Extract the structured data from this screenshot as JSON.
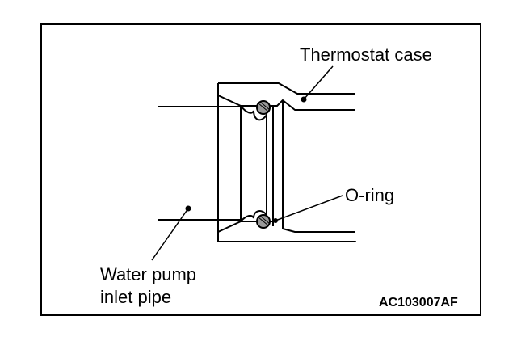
{
  "labels": {
    "thermostat_case": "Thermostat case",
    "o_ring": "O-ring",
    "water_pump_line1": "Water pump",
    "water_pump_line2": "inlet pipe"
  },
  "figure_code": "AC103007AF",
  "colors": {
    "line": "#000000",
    "oring_fill": "#9a9a9a",
    "background": "#ffffff"
  }
}
